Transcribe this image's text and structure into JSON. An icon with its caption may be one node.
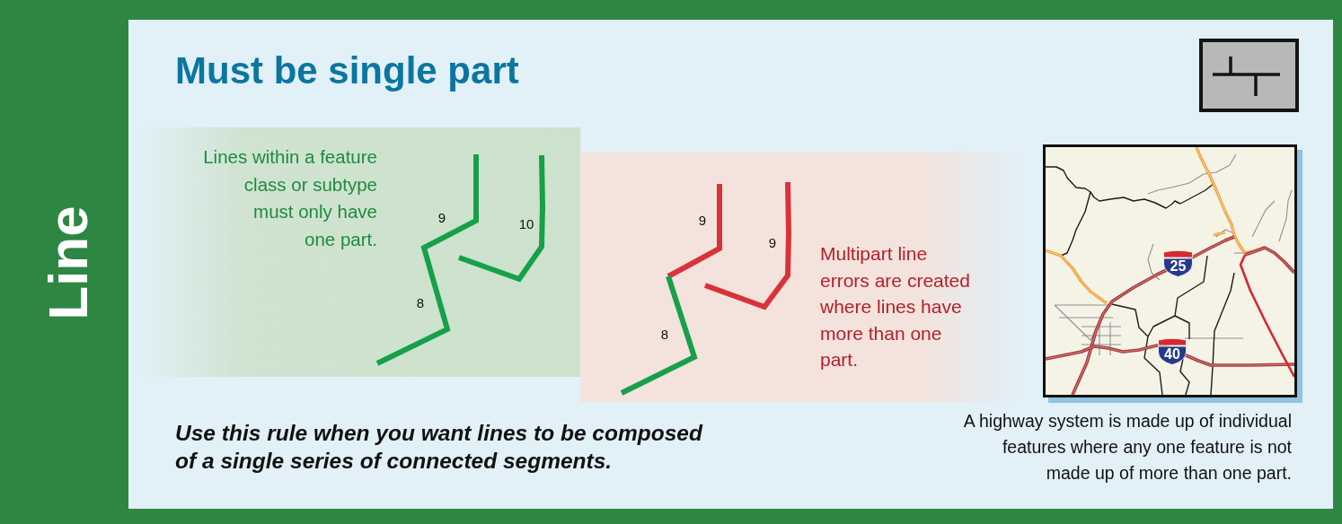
{
  "diagram": {
    "title": "Must be single part",
    "nodes": [
      {
        "text": [
          "Lines within a feature class or subtype must only have one part.",
          "9",
          "10",
          "8"
        ]
      },
      {
        "text": [
          "9",
          "9",
          "Multipart line errors are created where lines have more than one part.",
          "8"
        ]
      },
      {
        "text": [
          "25",
          "40"
        ],
        "beside": [
          "A highway system is made up of individual features where any one feature is not made up of more than one part."
        ]
      }
    ],
    "labels": [
      "Line",
      "Use this rule when you want lines to be composed of a single series of connected segments."
    ]
  }
}
